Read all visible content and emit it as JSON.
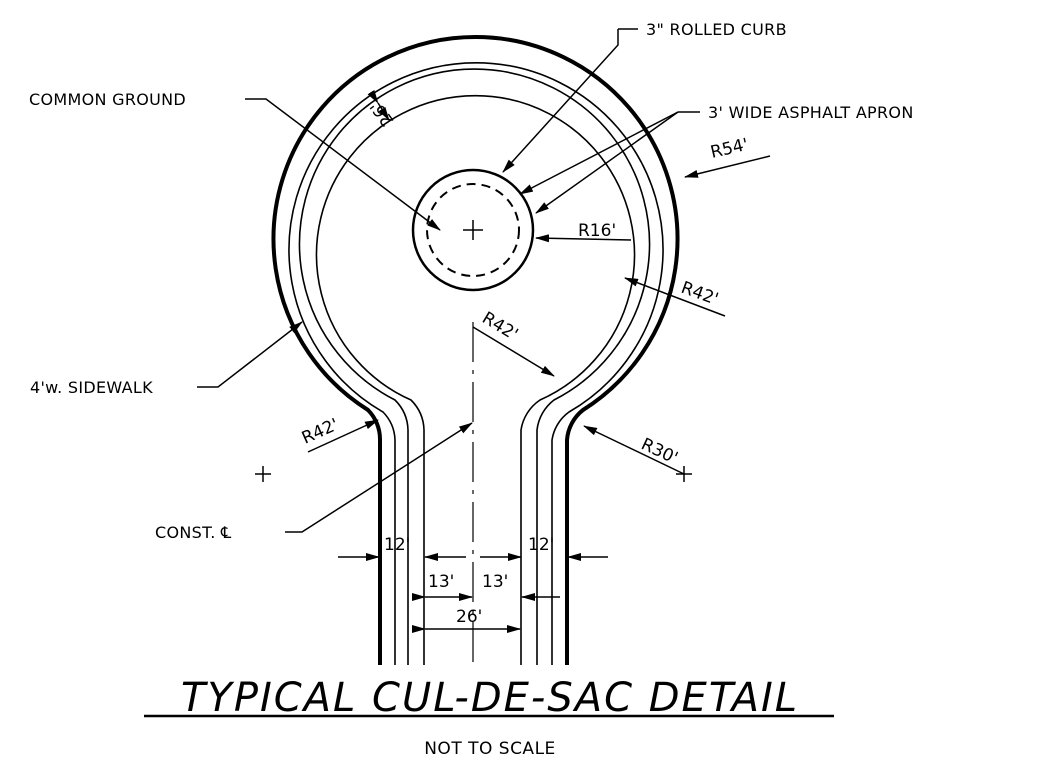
{
  "labels": {
    "rolled_curb": "3\" ROLLED CURB",
    "common_ground": "COMMON GROUND",
    "asphalt_apron": "3' WIDE ASPHALT APRON",
    "sidewalk": "4'w. SIDEWALK",
    "const_cl": "CONST. ℄"
  },
  "dimensions": {
    "r54": "R54'",
    "r16": "R16'",
    "r42_right": "R42'",
    "r42_center": "R42'",
    "r42_left": "R42'",
    "r30": "R30'",
    "d26_diag": "26'",
    "d12_left": "12'",
    "d12_right": "12'",
    "d13_left": "13'",
    "d13_right": "13'",
    "d26_bottom": "26'"
  },
  "title": "TYPICAL CUL-DE-SAC DETAIL",
  "subtitle": "NOT TO SCALE"
}
